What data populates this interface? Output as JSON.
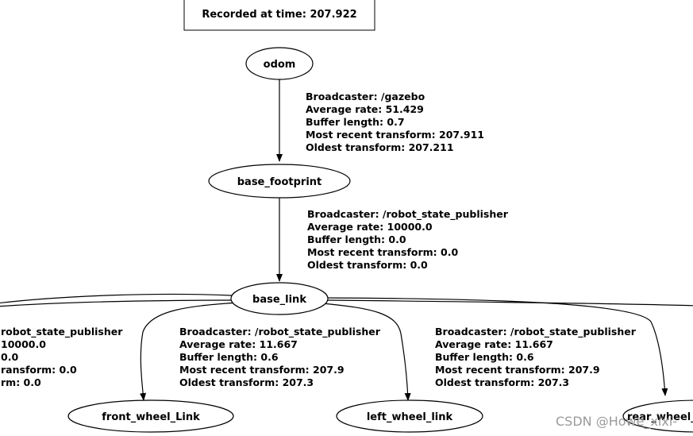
{
  "title": "Recorded at time: 207.922",
  "nodes": {
    "odom": "odom",
    "base_footprint": "base_footprint",
    "base_link": "base_link",
    "front_wheel": "front_wheel_Link",
    "left_wheel": "left_wheel_link",
    "rear_wheel": "rear_wheel_L"
  },
  "edges": {
    "odom_to_footprint": [
      "Broadcaster: /gazebo",
      "Average rate: 51.429",
      "Buffer length: 0.7",
      "Most recent transform: 207.911",
      "Oldest transform: 207.211"
    ],
    "footprint_to_link": [
      "Broadcaster: /robot_state_publisher",
      "Average rate: 10000.0",
      "Buffer length: 0.0",
      "Most recent transform: 0.0",
      "Oldest transform: 0.0"
    ],
    "link_to_offscreen": [
      "robot_state_publisher",
      "10000.0",
      "0.0",
      "ransform: 0.0",
      "rm: 0.0"
    ],
    "link_to_front": [
      "Broadcaster: /robot_state_publisher",
      "Average rate: 11.667",
      "Buffer length: 0.6",
      "Most recent transform: 207.9",
      "Oldest transform: 207.3"
    ],
    "link_to_left": [
      "Broadcaster: /robot_state_publisher",
      "Average rate: 11.667",
      "Buffer length: 0.6",
      "Most recent transform: 207.9",
      "Oldest transform: 207.3"
    ]
  },
  "watermark": "CSDN @Howe_xixi-"
}
